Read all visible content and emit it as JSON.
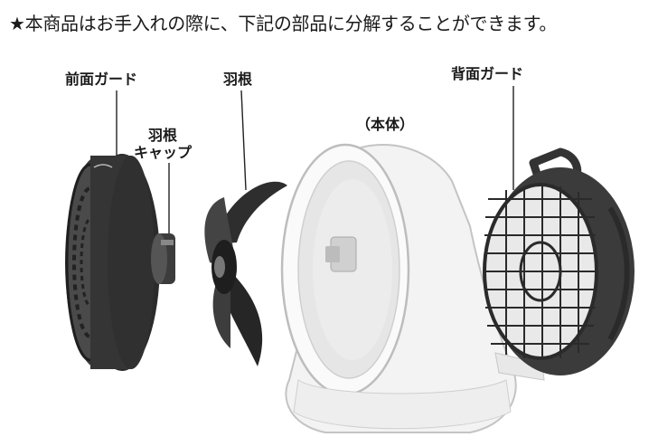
{
  "headline": "★本商品はお手入れの際に、下記の部品に分解することができます。",
  "parts": {
    "front_guard": "前面ガード",
    "blade": "羽根",
    "blade_cap": [
      "羽根",
      "キャップ"
    ],
    "body": "（本体）",
    "back_guard": "背面ガード"
  },
  "colors": {
    "dark_plastic": "#3a3a3a",
    "white_plastic": "#f2f2f2",
    "outline": "#bdbdbd"
  }
}
